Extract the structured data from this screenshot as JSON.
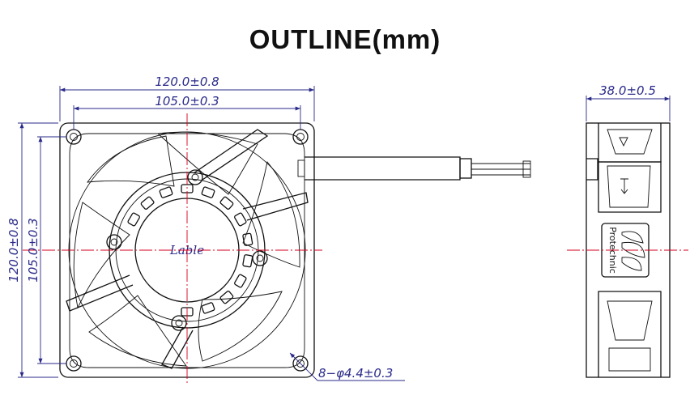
{
  "title": "OUTLINE(mm)",
  "front_view": {
    "overall_width": "120.0±0.8",
    "hole_spacing_width": "105.0±0.3",
    "overall_height": "120.0±0.8",
    "hole_spacing_height": "105.0±0.3",
    "hole_callout": "8−φ4.4±0.3",
    "hub_label": "Lable"
  },
  "side_view": {
    "depth": "38.0±0.5",
    "brand_text": "Protechnic"
  },
  "colors": {
    "outline": "#111111",
    "dimension": "#2a2a8a",
    "centerline": "#d6001c"
  }
}
